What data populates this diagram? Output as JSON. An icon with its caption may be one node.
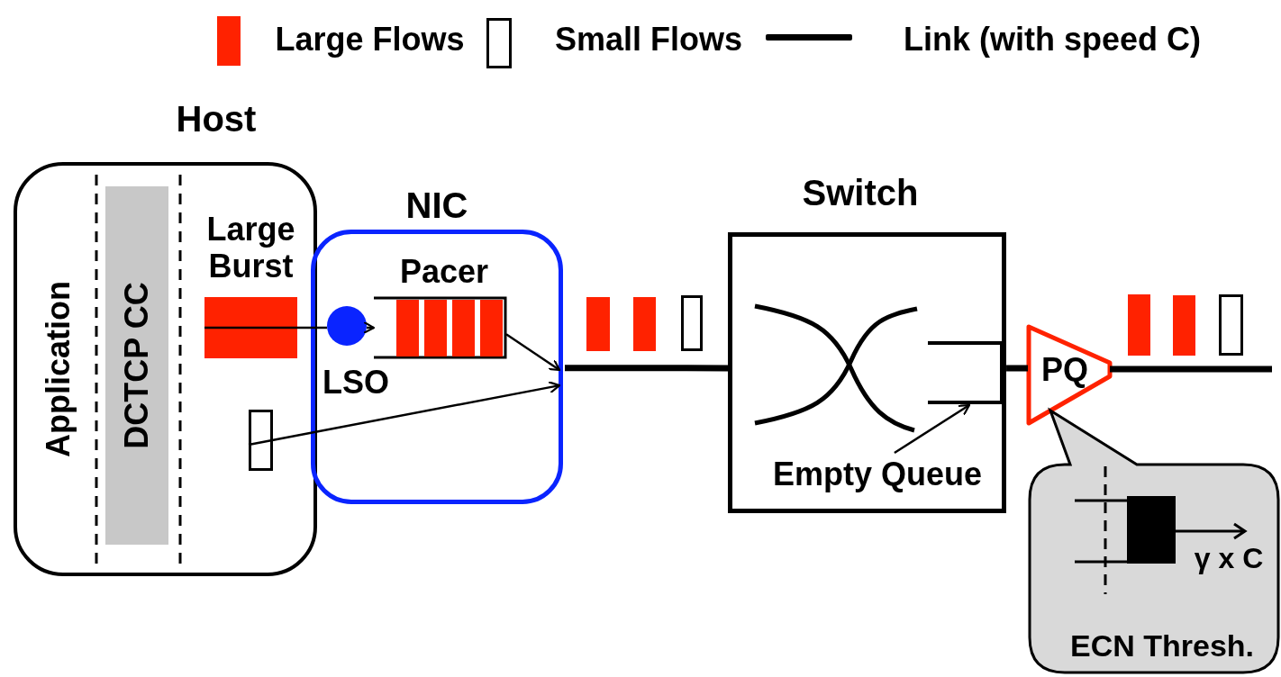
{
  "diagram": {
    "nodes": [
      {
        "text": [
          "Host",
          "Application"
        ]
      },
      {
        "text": [
          "DCTCP CC"
        ],
        "in": 0
      },
      {
        "text": [
          "Large Burst"
        ],
        "in": 0
      },
      {
        "text": [],
        "shape": "box",
        "in": 0
      },
      {
        "text": [
          "NIC"
        ]
      },
      {
        "text": [
          "LSO"
        ],
        "in": 4
      },
      {
        "text": [
          "Pacer"
        ],
        "in": 4
      },
      {
        "text": [
          "Switch"
        ]
      },
      {
        "text": [],
        "shape": "bracket",
        "in": 7
      },
      {
        "text": [
          "Empty Queue"
        ],
        "in": 7
      },
      {
        "text": [
          "PQ"
        ]
      },
      {
        "text": [
          "γ x C",
          "ECN Thresh."
        ]
      },
      {
        "text": [],
        "shape": "bar"
      },
      {
        "text": [],
        "shape": "bar"
      },
      {
        "text": [],
        "shape": "box"
      },
      {
        "text": [],
        "shape": "bar"
      },
      {
        "text": [],
        "shape": "bar"
      },
      {
        "text": [],
        "shape": "box"
      }
    ],
    "edges": [
      {
        "from": 2,
        "to": 5,
        "arrow": "none"
      },
      {
        "from": 5,
        "to": 6,
        "arrow": "to"
      },
      {
        "from": 6,
        "to": 4,
        "arrow": "to"
      },
      {
        "from": 3,
        "to": 4,
        "arrow": "to"
      },
      {
        "from": 4,
        "to": 7,
        "arrow": "none",
        "style": "thick"
      },
      {
        "from": 7,
        "to": 10,
        "arrow": "none",
        "style": "thick"
      },
      {
        "from": 10,
        "to": null,
        "arrow": "none",
        "style": "thick"
      },
      {
        "from": 9,
        "to": 8,
        "arrow": "to"
      }
    ],
    "legend": [
      {
        "text": "Large Flows",
        "color": "#ff2200"
      },
      {
        "text": "Small Flows"
      },
      {
        "text": "Link (with speed C)"
      }
    ]
  }
}
